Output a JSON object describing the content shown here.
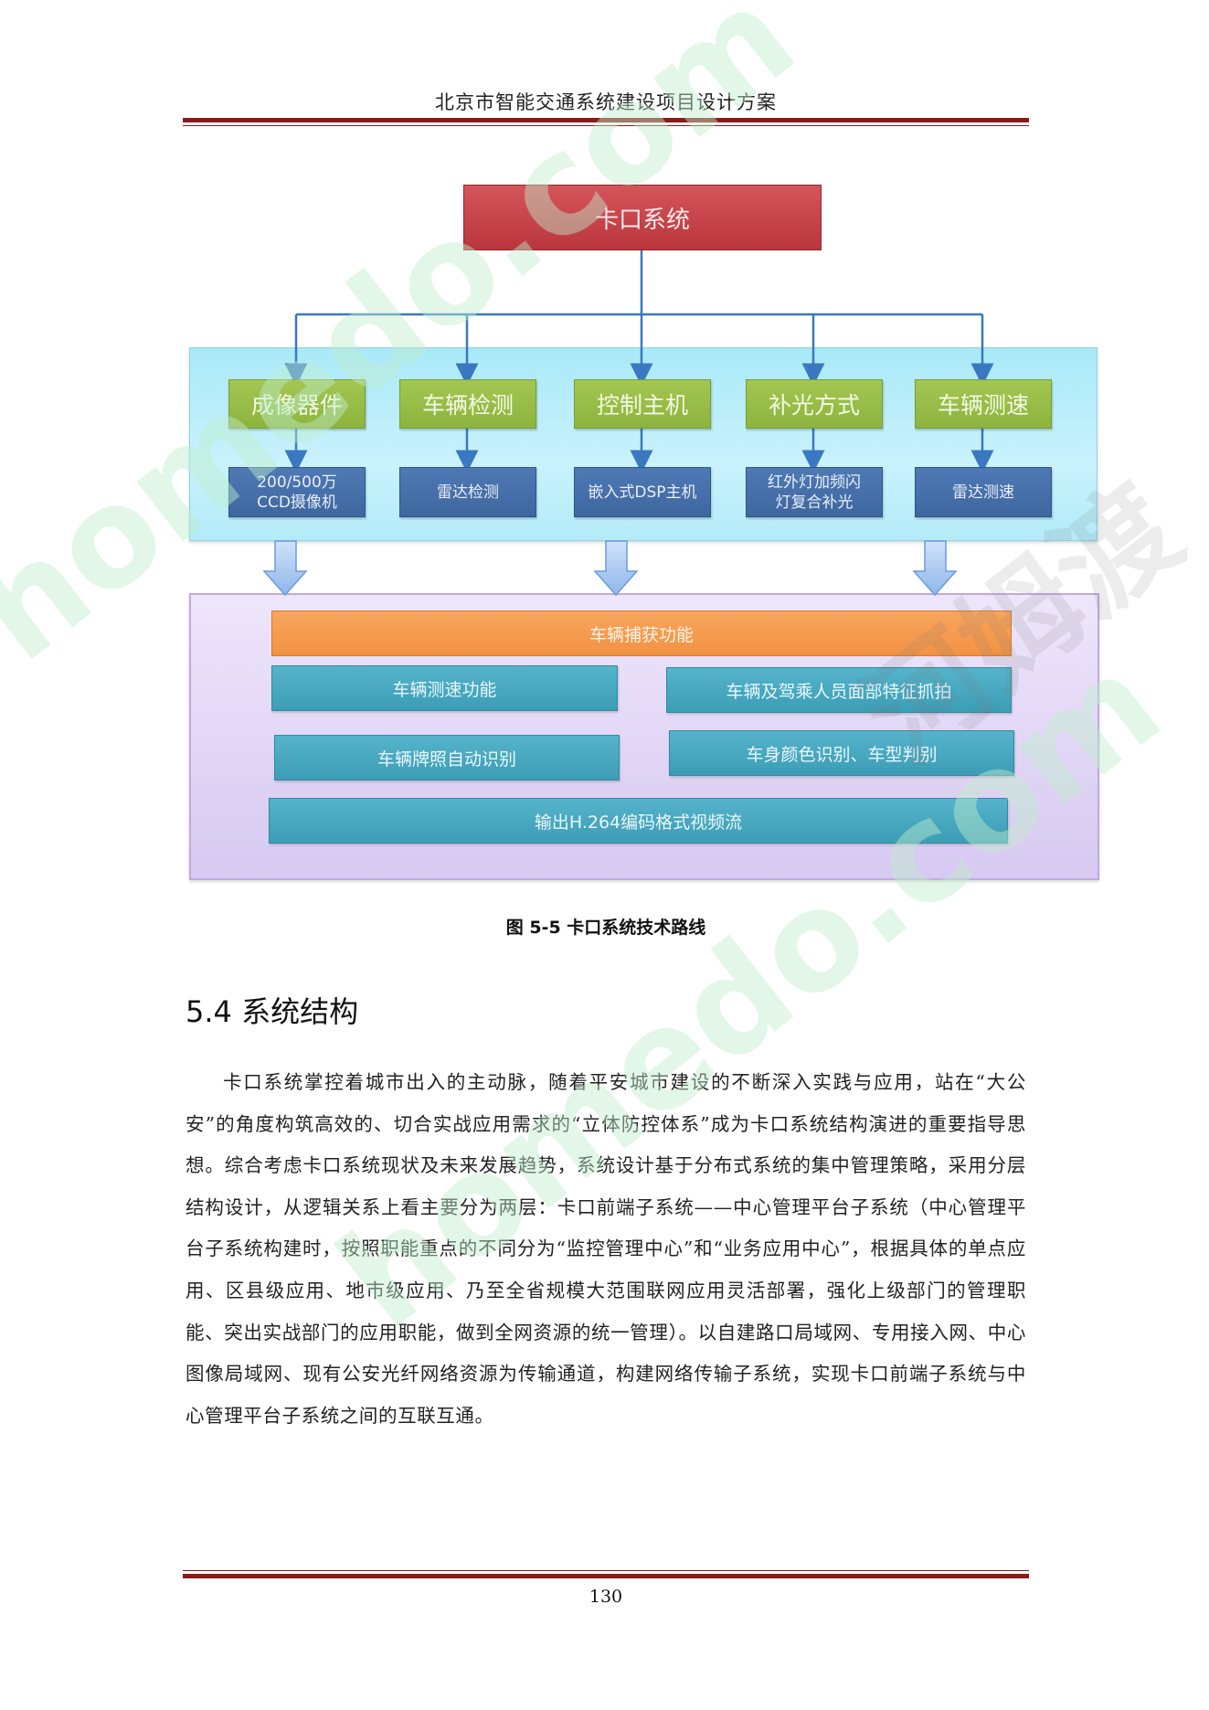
{
  "header": {
    "title": "北京市智能交通系统建设项目设计方案"
  },
  "diagram": {
    "root": "卡口系统",
    "components": [
      {
        "category": "成像器件",
        "detail": "200/500万\nCCD摄像机"
      },
      {
        "category": "车辆检测",
        "detail": "雷达检测"
      },
      {
        "category": "控制主机",
        "detail": "嵌入式DSP主机"
      },
      {
        "category": "补光方式",
        "detail": "红外灯加频闪\n灯复合补光"
      },
      {
        "category": "车辆测速",
        "detail": "雷达测速"
      }
    ],
    "functions": {
      "capture": "车辆捕获功能",
      "speed": "车辆测速功能",
      "face": "车辆及驾乘人员面部特征抓拍",
      "plate": "车辆牌照自动识别",
      "color": "车身颜色识别、车型判别",
      "output": "输出H.264编码格式视频流"
    },
    "colors": {
      "root": "#c2444a",
      "category": "#98bc48",
      "detail": "#4670a9",
      "capture": "#f69a4d",
      "function": "#48a9c1",
      "connector": "#3a78c2"
    }
  },
  "figure_caption": "图 5-5 卡口系统技术路线",
  "section": {
    "heading": "5.4 系统结构",
    "paragraph": "卡口系统掌控着城市出入的主动脉，随着平安城市建设的不断深入实践与应用，站在“大公安”的角度构筑高效的、切合实战应用需求的“立体防控体系”成为卡口系统结构演进的重要指导思想。综合考虑卡口系统现状及未来发展趋势，系统设计基于分布式系统的集中管理策略，采用分层结构设计，从逻辑关系上看主要分为两层：卡口前端子系统——中心管理平台子系统（中心管理平台子系统构建时，按照职能重点的不同分为“监控管理中心”和“业务应用中心”，根据具体的单点应用、区县级应用、地市级应用、乃至全省规模大范围联网应用灵活部署，强化上级部门的管理职能、突出实战部门的应用职能，做到全网资源的统一管理）。以自建路口局域网、专用接入网、中心图像局域网、现有公安光纤网络资源为传输通道，构建网络传输子系统，实现卡口前端子系统与中心管理平台子系统之间的互联互通。"
  },
  "footer": {
    "page_number": "130"
  },
  "watermarks": {
    "text_a": "homedo.com",
    "text_b": "河姆渡",
    "color": "#c9f0d8"
  }
}
